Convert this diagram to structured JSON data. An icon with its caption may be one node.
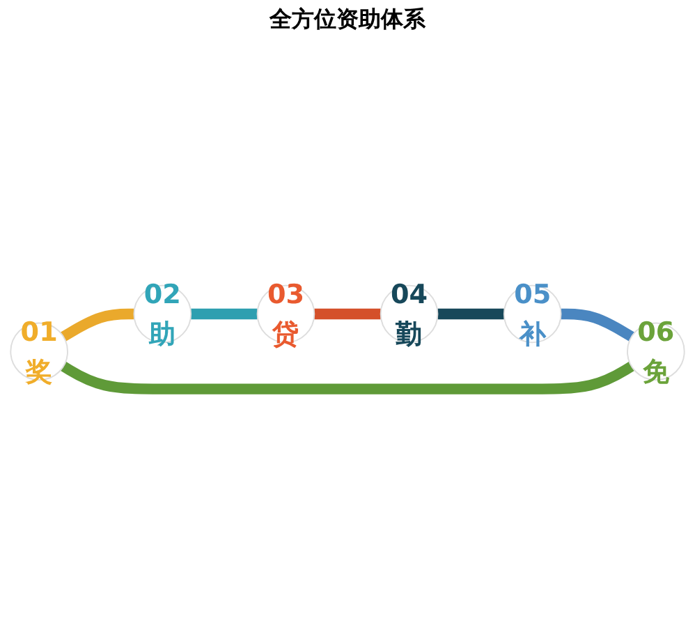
{
  "diagram": {
    "nodes": [
      {
        "text": [
          "01",
          "奖"
        ]
      },
      {
        "text": [
          "02",
          "助"
        ]
      },
      {
        "text": [
          "03",
          "贷"
        ]
      },
      {
        "text": [
          "04",
          "勤"
        ]
      },
      {
        "text": [
          "05",
          "补"
        ]
      },
      {
        "text": [
          "06",
          "免"
        ]
      }
    ],
    "edges": [
      {
        "from": 0,
        "to": 1,
        "arrow": "none",
        "color": "#eaa92c"
      },
      {
        "from": 1,
        "to": 2,
        "arrow": "none",
        "color": "#2e9fb0"
      },
      {
        "from": 2,
        "to": 3,
        "arrow": "none",
        "color": "#d4502a"
      },
      {
        "from": 3,
        "to": 4,
        "arrow": "none",
        "color": "#17485a"
      },
      {
        "from": 4,
        "to": 5,
        "arrow": "none",
        "color": "#4a86c0"
      },
      {
        "from": 5,
        "to": 0,
        "arrow": "none",
        "color": "#5f9a38"
      }
    ],
    "labels": [
      "全方位资助体系"
    ]
  }
}
